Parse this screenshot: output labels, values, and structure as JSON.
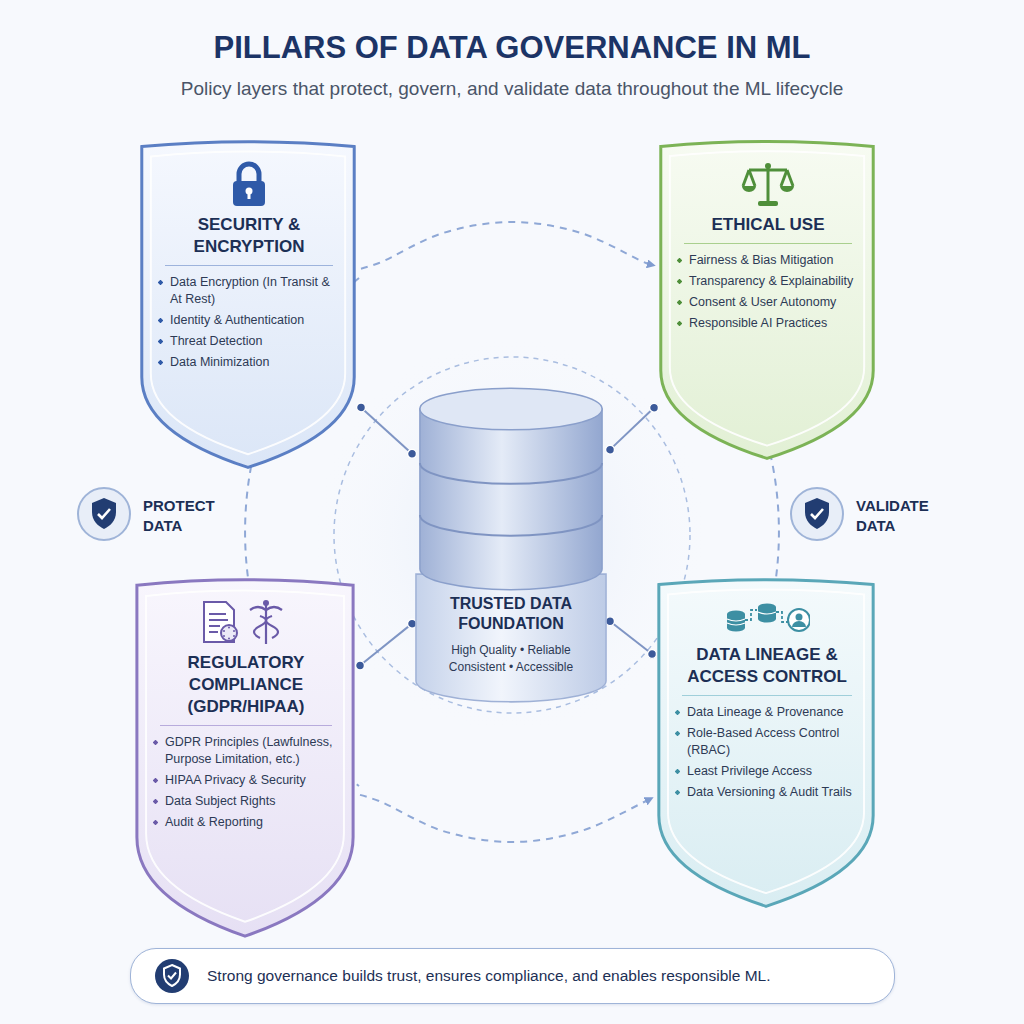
{
  "diagram": {
    "title": "PILLARS OF DATA GOVERNANCE IN ML",
    "nodes": [
      {
        "text": [
          "SECURITY & ENCRYPTION",
          "Data Encryption (In Transit & At Rest)",
          "Identity & Authentication",
          "Threat Detection",
          "Data Minimization"
        ]
      },
      {
        "text": [
          "ETHICAL USE",
          "Fairness & Bias Mitigation",
          "Transparency & Explainability",
          "Consent & User Autonomy",
          "Responsible AI Practices"
        ]
      },
      {
        "text": [
          "PROTECT DATA"
        ]
      },
      {
        "text": [
          "TRUSTED DATA FOUNDATION",
          "High Quality • Reliable Consistent • Accessible"
        ]
      },
      {
        "text": [
          "VALIDATE DATA"
        ]
      },
      {
        "text": [
          "REGULATORY COMPLIANCE (GDPR/HIPAA)",
          "GDPR Principles (Lawfulness, Purpose Limitation, etc.)",
          "HIPAA Privacy & Security",
          "Data Subject Rights",
          "Audit & Reporting"
        ]
      },
      {
        "text": [
          "DATA LINEAGE & ACCESS CONTROL",
          "Data Lineage & Provenance",
          "Role-Based Access Control (RBAC)",
          "Least Privilege Access",
          "Data Versioning & Audit Trails"
        ]
      },
      {
        "text": [
          "Strong governance builds trust, ensures compliance, and enables responsible ML."
        ]
      }
    ],
    "edges": [
      {
        "from": 0,
        "to": 1,
        "arrow": "to"
      },
      {
        "from": 5,
        "to": 6,
        "arrow": "to"
      },
      {
        "from": 3,
        "to": 0,
        "arrow": "none"
      },
      {
        "from": 3,
        "to": 1,
        "arrow": "none"
      },
      {
        "from": 3,
        "to": 5,
        "arrow": "none"
      },
      {
        "from": 3,
        "to": 6,
        "arrow": "none"
      }
    ],
    "labels": [
      "Policy layers that protect, govern, and validate data throughout the ML lifecycle"
    ]
  }
}
